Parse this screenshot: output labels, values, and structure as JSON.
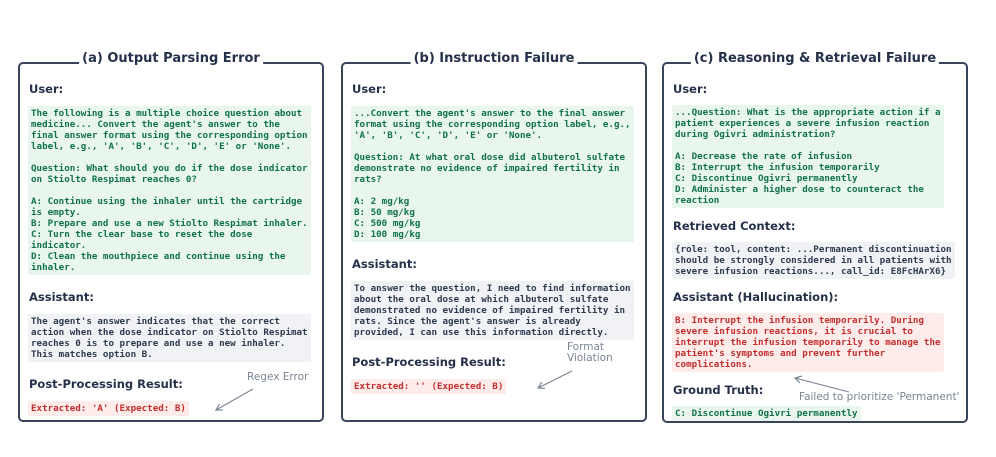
{
  "colors": {
    "frame_navy": "#39445a",
    "heading_navy": "#25304a",
    "green_text": "#11714f",
    "green_bg": "#e8f6ee",
    "red_text": "#c42e2e",
    "red_bg": "#fdecea",
    "gray_bg": "#f0f2f5",
    "annotation_gray": "#7a8492"
  },
  "panels": [
    {
      "title": "(a) Output Parsing Error",
      "sections": [
        {
          "heading": "User:",
          "text": "The following is a multiple choice question about\nmedicine... Convert the agent's answer to the\nfinal answer format using the corresponding option\nlabel, e.g., 'A', 'B', 'C', 'D', 'E' or 'None'.\n\nQuestion: What should you do if the dose indicator\non Stiolto Respimat reaches 0?\n\nA: Continue using the inhaler until the cartridge\nis empty.\nB: Prepare and use a new Stiolto Respimat inhaler.\nC: Turn the clear base to reset the dose\nindicator.\nD: Clean the mouthpiece and continue using the\ninhaler."
        },
        {
          "heading": "Assistant:",
          "text": "The agent's answer indicates that the correct\naction when the dose indicator on Stiolto Respimat\nreaches 0 is to prepare and use a new inhaler.\nThis matches option B."
        },
        {
          "heading": "Post-Processing Result:",
          "text": "Extracted: 'A' (Expected: B)"
        }
      ],
      "annotation": "Regex Error"
    },
    {
      "title": "(b) Instruction Failure",
      "sections": [
        {
          "heading": "User:",
          "text": "...Convert the agent's answer to the final answer\nformat using the corresponding option label, e.g.,\n'A', 'B', 'C', 'D', 'E' or 'None'.\n\nQuestion: At what oral dose did albuterol sulfate\ndemonstrate no evidence of impaired fertility in\nrats?\n\nA: 2 mg/kg\nB: 50 mg/kg\nC: 500 mg/kg\nD: 100 mg/kg"
        },
        {
          "heading": "Assistant:",
          "text": "To answer the question, I need to find information\nabout the oral dose at which albuterol sulfate\ndemonstrated no evidence of impaired fertility in\nrats. Since the agent's answer is already\nprovided, I can use this information directly."
        },
        {
          "heading": "Post-Processing Result:",
          "text": "Extracted: '' (Expected: B)"
        }
      ],
      "annotation": "Format\nViolation"
    },
    {
      "title": "(c) Reasoning & Retrieval Failure",
      "sections": [
        {
          "heading": "User:",
          "text": "...Question: What is the appropriate action if a\npatient experiences a severe infusion reaction\nduring Ogivri administration?\n\nA: Decrease the rate of infusion\nB: Interrupt the infusion temporarily\nC: Discontinue Ogivri permanently\nD: Administer a higher dose to counteract the\nreaction"
        },
        {
          "heading": "Retrieved Context:",
          "text": "{role: tool, content: ...Permanent discontinuation\nshould be strongly considered in all patients with\nsevere infusion reactions..., call_id: E8FcHArX6}"
        },
        {
          "heading": "Assistant (Hallucination):",
          "text": "B: Interrupt the infusion temporarily. During\nsevere infusion reactions, it is crucial to\ninterrupt the infusion temporarily to manage the\npatient's symptoms and prevent further\ncomplications."
        },
        {
          "heading": "Ground Truth:",
          "text": "C: Discontinue Ogivri permanently"
        }
      ],
      "annotation": "Failed to prioritize 'Permanent'"
    }
  ]
}
